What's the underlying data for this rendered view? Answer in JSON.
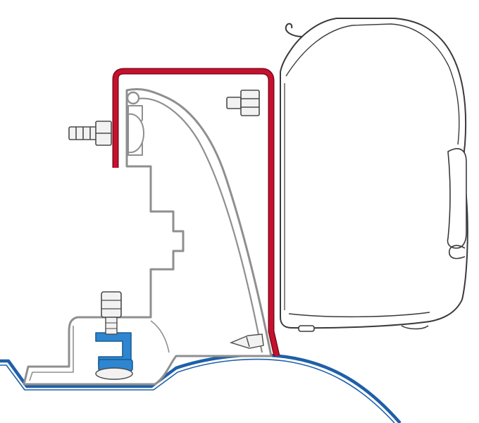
{
  "diagram": {
    "parts": [
      "vehicle-roof-profile",
      "awning-cassette",
      "mounting-adapter-bracket",
      "red-support-plate",
      "roof-clamp",
      "wall-bolt",
      "top-nut",
      "rail-screw"
    ]
  },
  "colors": {
    "background": "#ffffff",
    "bracket_stroke": "#8f8f8f",
    "bracket_fill": "#ffffff",
    "red_plate": "#c8102e",
    "red_plate_dark": "#7a0a1c",
    "roof_blue": "#1f5fa8",
    "clamp_blue": "#2d86cf",
    "clamp_blue_dark": "#1a5d96",
    "cassette_stroke": "#3a3a3a",
    "hardware_stroke": "#4a4a4a",
    "hardware_fill": "#f2f2f2"
  },
  "icons": {
    "bolt": "bolt-icon",
    "nut": "nut-icon",
    "clamp": "clamp-icon"
  }
}
